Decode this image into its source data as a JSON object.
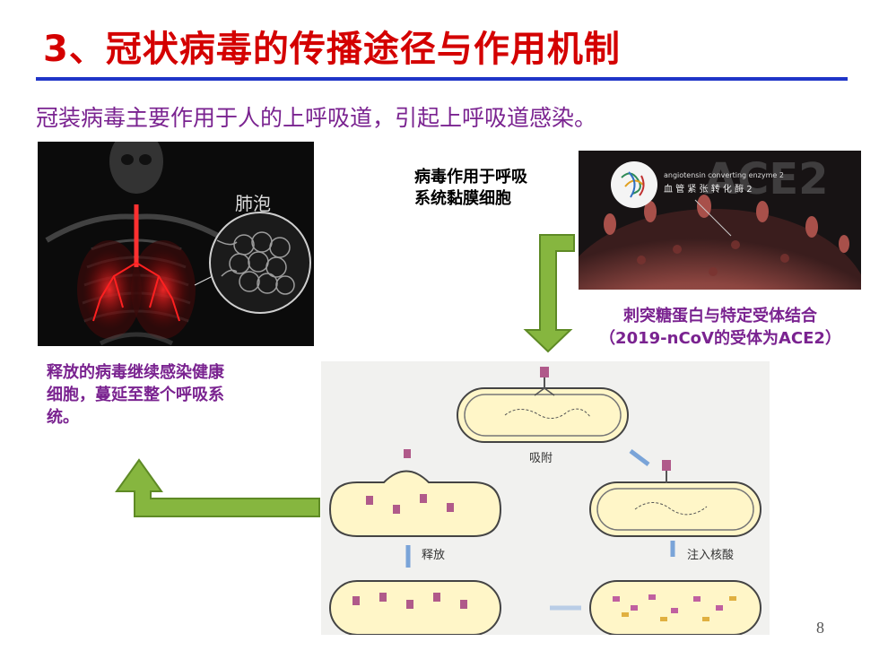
{
  "title": "3、冠状病毒的传播途径与作用机制",
  "subtitle": "冠装病毒主要作用于人的上呼吸道，引起上呼吸道感染。",
  "xray_image": {
    "alveoli_label": "肺泡"
  },
  "virus_image": {
    "ace2_text": "ACE2",
    "enzyme_en": "angiotensin converting enzyme 2",
    "enzyme_cn": "血 管 紧 张 转 化 酶 2"
  },
  "label_mucosa": {
    "line1": "病毒作用于呼吸",
    "line2": "系统黏膜细胞"
  },
  "label_spike": {
    "line1": "刺突糖蛋白与特定受体结合",
    "line2": "（2019-nCoV的受体为ACE2）"
  },
  "label_release": {
    "line1": "释放的病毒继续感染健康",
    "line2": "细胞，蔓延至整个呼吸系",
    "line3": "统。"
  },
  "cycle_image": {
    "adsorb": "吸附",
    "inject": "注入核酸",
    "release": "释放"
  },
  "page_number": "8",
  "colors": {
    "title": "#d40000",
    "rule": "#1f35c8",
    "purple": "#7a2390",
    "arrow_green": "#86b63f"
  }
}
